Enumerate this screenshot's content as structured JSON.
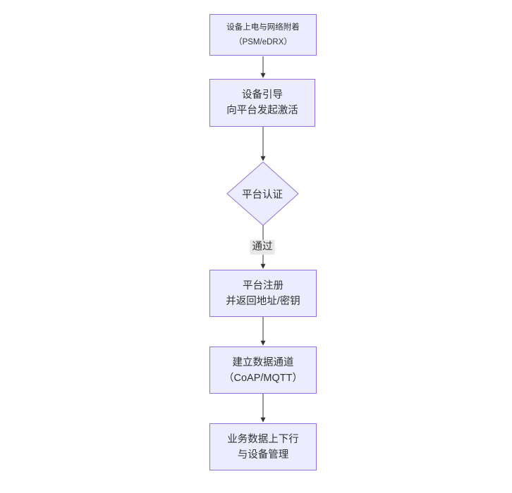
{
  "diagram": {
    "type": "flowchart",
    "direction": "top-down",
    "colors": {
      "background": "#ffffff",
      "node_fill": "#ECECFF",
      "node_border": "#9370DB",
      "text": "#333333",
      "arrow": "#333333",
      "edge_label_bg": "#e8e8e8"
    },
    "nodes": [
      {
        "id": "power-network-attach",
        "shape": "rect",
        "line1": "设备上电与网络附着",
        "line2": "（PSM/eDRX）"
      },
      {
        "id": "device-bootstrap",
        "shape": "rect",
        "line1": "设备引导",
        "line2": "向平台发起激活"
      },
      {
        "id": "platform-auth",
        "shape": "diamond",
        "line1": "平台认证",
        "line2": ""
      },
      {
        "id": "platform-register",
        "shape": "rect",
        "line1": "平台注册",
        "line2": "并返回地址/密钥"
      },
      {
        "id": "data-channel",
        "shape": "rect",
        "line1": "建立数据通道",
        "line2": "（CoAP/MQTT）"
      },
      {
        "id": "business-data",
        "shape": "rect",
        "line1": "业务数据上下行",
        "line2": "与设备管理"
      }
    ],
    "edges": [
      {
        "from": "power-network-attach",
        "to": "device-bootstrap",
        "label": ""
      },
      {
        "from": "device-bootstrap",
        "to": "platform-auth",
        "label": ""
      },
      {
        "from": "platform-auth",
        "to": "platform-register",
        "label": "通过"
      },
      {
        "from": "platform-register",
        "to": "data-channel",
        "label": ""
      },
      {
        "from": "data-channel",
        "to": "business-data",
        "label": ""
      }
    ]
  }
}
